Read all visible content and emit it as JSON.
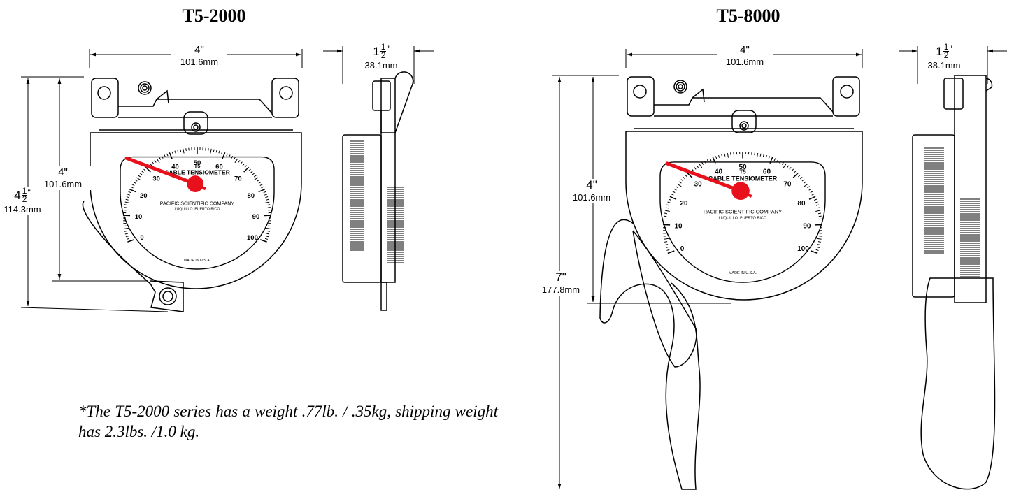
{
  "models": [
    {
      "title": "T5-2000",
      "width": {
        "in": "4\"",
        "mm": "101.6mm"
      },
      "depth": {
        "whole": "1",
        "num": "1",
        "den": "2",
        "mm": "38.1mm"
      },
      "dial_height": {
        "in": "4\"",
        "mm": "101.6mm"
      },
      "overall_height": {
        "whole": "4",
        "num": "1",
        "den": "2",
        "mm": "114.3mm"
      }
    },
    {
      "title": "T5-8000",
      "width": {
        "in": "4\"",
        "mm": "101.6mm"
      },
      "depth": {
        "whole": "1",
        "num": "1",
        "den": "2",
        "mm": "38.1mm"
      },
      "dial_height": {
        "in": "4\"",
        "mm": "101.6mm"
      },
      "overall_height": {
        "in": "7\"",
        "mm": "177.8mm"
      }
    }
  ],
  "dial": {
    "model": "T5",
    "name": "CABLE TENSIOMETER",
    "maker": "PACIFIC SCIENTIFIC COMPANY",
    "location": "LUQUILLO, PUERTO RICO",
    "origin": "MADE IN U.S.A.",
    "scale_labels": [
      "0",
      "10",
      "20",
      "30",
      "40",
      "50",
      "60",
      "70",
      "80",
      "90",
      "100"
    ],
    "needle_color": "#e8101a"
  },
  "note": "*The T5-2000 series has a weight .77lb. / .35kg, shipping weight has 2.3lbs. /1.0 kg."
}
